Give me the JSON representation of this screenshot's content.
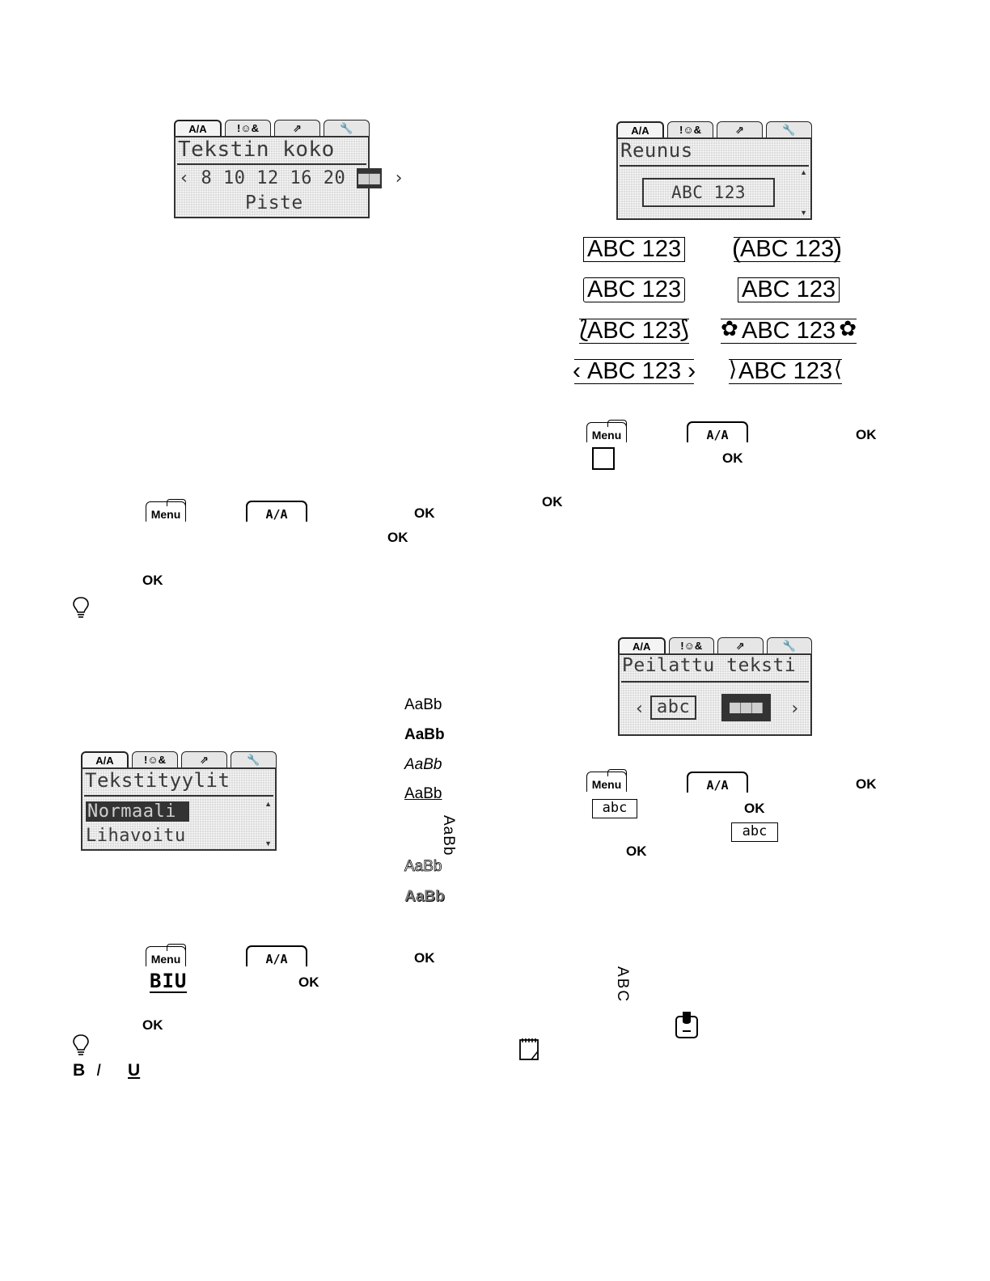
{
  "tabs": {
    "format": "A/A",
    "symbols": "!☺&",
    "files": "⇗",
    "settings": "🔧"
  },
  "lcd_size": {
    "title": "Tekstin koko",
    "options": "8 10 12 16 20",
    "selected": "■■",
    "unit": "Piste"
  },
  "lcd_styles": {
    "title": "Tekstityylit",
    "selected": "Normaali",
    "next": "Lihavoitu"
  },
  "lcd_border": {
    "title": "Reunus",
    "preview": "ABC 123"
  },
  "lcd_mirror": {
    "title": "Peilattu teksti",
    "option_a": "abc",
    "option_b": "■■■"
  },
  "keys": {
    "menu": "Menu",
    "format": "A/A",
    "ok": "OK"
  },
  "border_samples": [
    "ABC 123",
    "ABC 123",
    "ABC 123",
    "ABC 123",
    "ABC 123",
    "ABC 123",
    "ABC 123",
    "ABC 123"
  ],
  "style_samples": [
    "AaBb",
    "AaBb",
    "AaBb",
    "AaBb",
    "AaBb",
    "AaBb",
    "AaBb"
  ],
  "biu_icon": "BIU",
  "biu_text": {
    "b": "B",
    "i": "I",
    "u": "U"
  },
  "mirror_icon": "abc",
  "vertical_sample": "ABC",
  "colors": {
    "lcd_bg": "#dcdcdc",
    "lcd_ink": "#3a3a3a",
    "ink": "#000000"
  }
}
